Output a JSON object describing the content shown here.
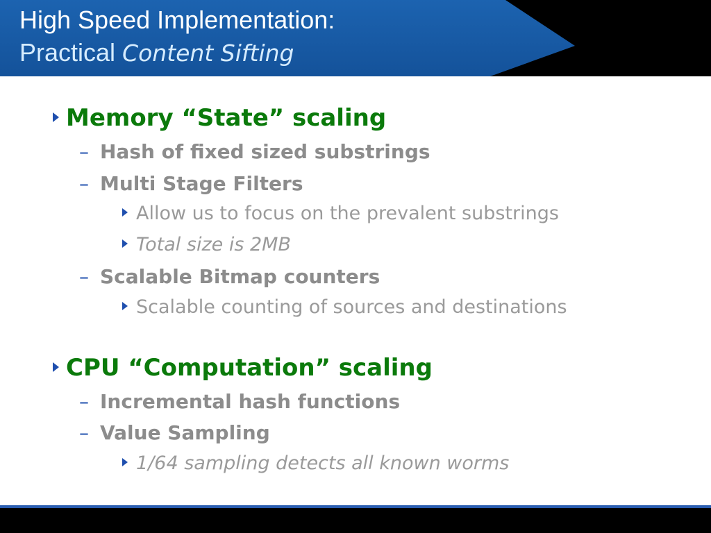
{
  "slide": {
    "title_line1": "High Speed Implementation:",
    "title_line2_plain": "Practical ",
    "title_line2_italic": "Content Sifting",
    "colors": {
      "header_blue": "#1a5ea8",
      "bullet_green": "#0b7a0b",
      "sub_gray": "#8c8c8c",
      "accent_blue": "#1f4fae"
    },
    "sections": [
      {
        "heading": "Memory “State” scaling",
        "items": [
          {
            "text": "Hash of fixed sized substrings"
          },
          {
            "text": "Multi Stage Filters",
            "subitems": [
              "Allow us to focus on the prevalent substrings",
              "Total size is 2MB"
            ]
          },
          {
            "text": "Scalable Bitmap counters",
            "subitems": [
              "Scalable counting of sources and destinations"
            ]
          }
        ]
      },
      {
        "heading": "CPU “Computation” scaling",
        "items": [
          {
            "text": "Incremental hash functions"
          },
          {
            "text": "Value Sampling",
            "subitems": [
              "1/64 sampling detects all known worms"
            ]
          }
        ]
      }
    ],
    "bullet_icon": "right-triangle-icon",
    "dash_glyph": "–"
  }
}
